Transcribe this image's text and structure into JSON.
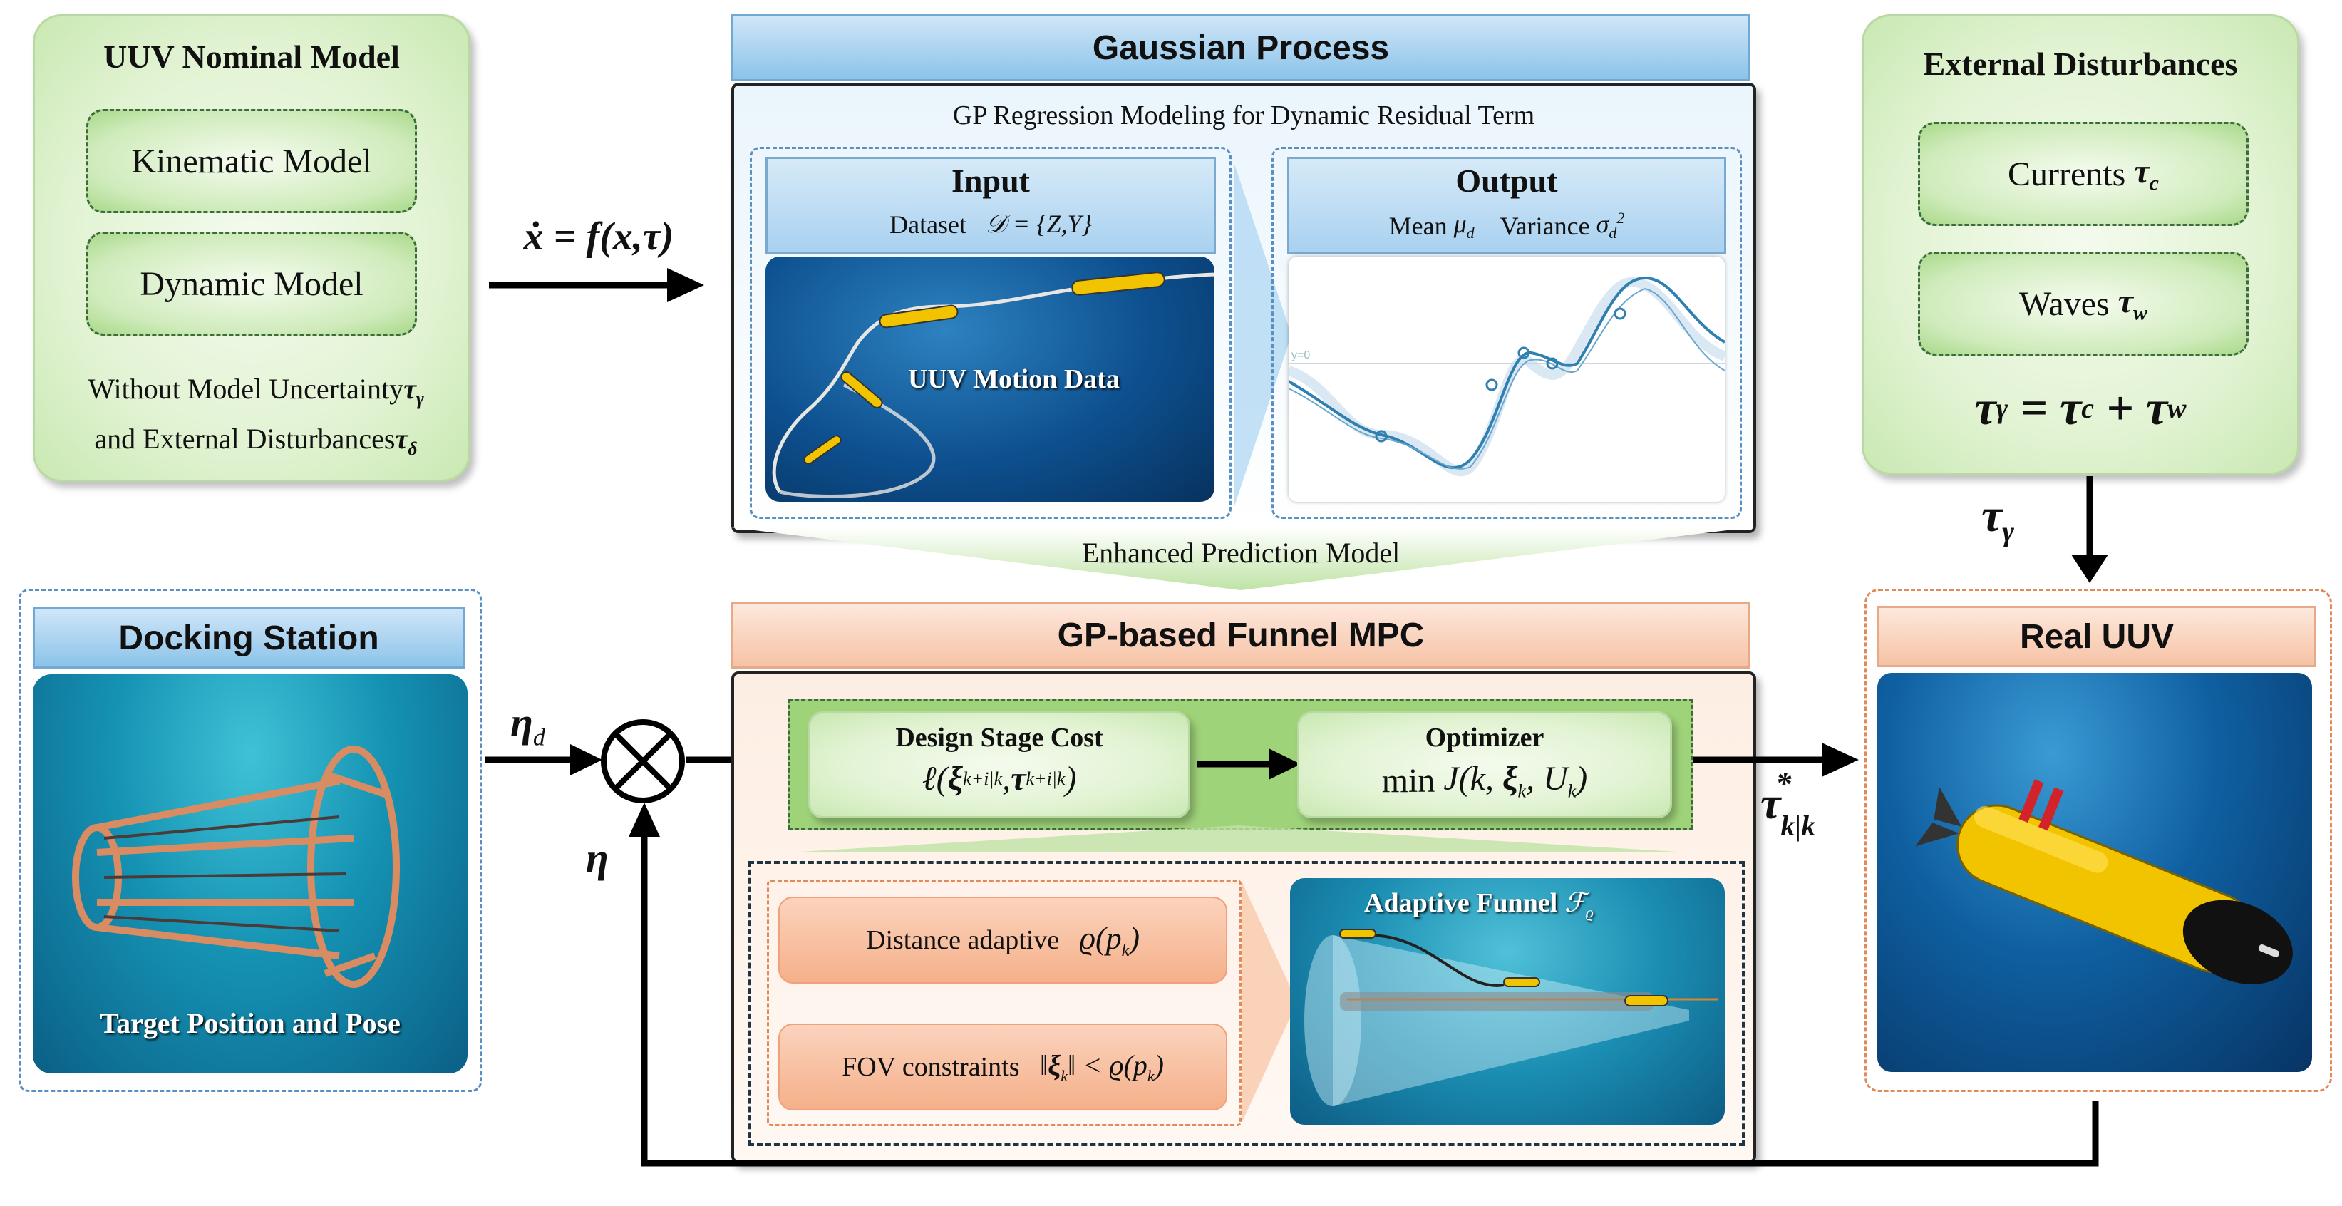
{
  "nominal": {
    "title": "UUV Nominal Model",
    "kinematic": "Kinematic Model",
    "dynamic": "Dynamic Model",
    "note_line1": "Without Model Uncertainty",
    "note_line2": "and External Disturbances"
  },
  "system_eq": "ẋ = f(x,τ)",
  "gp": {
    "header": "Gaussian Process",
    "subtitle": "GP Regression Modeling for Dynamic Residual Term",
    "input_title": "Input",
    "dataset_label": "Dataset",
    "dataset_expr": "𝒟 = {Z,Y}",
    "motion_label": "UUV Motion Data",
    "output_title": "Output",
    "mean_label": "Mean",
    "variance_label": "Variance",
    "plot_axis_label": "y=0",
    "enhanced": "Enhanced Prediction Model"
  },
  "disturb": {
    "title": "External Disturbances",
    "currents": "Currents",
    "waves": "Waves"
  },
  "docking": {
    "header": "Docking Station",
    "caption": "Target Position and Pose"
  },
  "eta_d": "η",
  "eta": "η",
  "mpc": {
    "header": "GP-based Funnel MPC",
    "cost_title": "Design Stage Cost",
    "optimizer_title": "Optimizer",
    "optimizer_min": "min",
    "distance_label": "Distance adaptive",
    "fov_label": "FOV constraints",
    "funnel_label": "Adaptive Funnel"
  },
  "real": {
    "header": "Real UUV"
  },
  "colors": {
    "green_fill": "#e2f3d3",
    "blue_header": "#8cc3ea",
    "orange_header": "#f6c3a6",
    "uuv_yellow": "#f2c400"
  }
}
